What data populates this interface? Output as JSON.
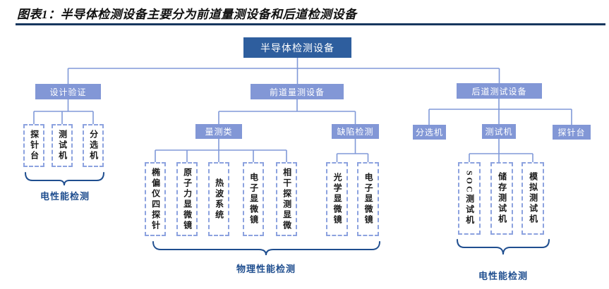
{
  "title": "图表1：半导体检测设备主要分为前道量测设备和后道检测设备",
  "colors": {
    "root_box": "#2E5E9E",
    "node_box": "#8297D6",
    "dashed_border": "#8CA2DF",
    "connector": "#8099D8",
    "brace_and_labels": "#1F4E8F",
    "title_rule": "#17375E"
  },
  "tree": {
    "root_label": "半导体检测设备",
    "design_verification": {
      "label": "设计验证",
      "children": [
        "探针台",
        "测试机",
        "分选机"
      ],
      "group_label": "电性能检测"
    },
    "front_end": {
      "label": "前道量测设备",
      "measurement": {
        "label": "量测类",
        "children": [
          "椭偏仪四探针",
          "原子力显微镜",
          "热波系统",
          "电子显微镜",
          "相干探测显微"
        ]
      },
      "defect": {
        "label": "缺陷检测",
        "children": [
          "光学显微镜",
          "电子显微镜"
        ]
      },
      "group_label": "物理性能检测"
    },
    "back_end": {
      "label": "后道测试设备",
      "children": [
        "分选机",
        "测试机",
        "探针台"
      ],
      "tester_children": [
        "SOC测试机",
        "储存测试机",
        "模拟测试机"
      ],
      "group_label": "电性能检测"
    }
  }
}
